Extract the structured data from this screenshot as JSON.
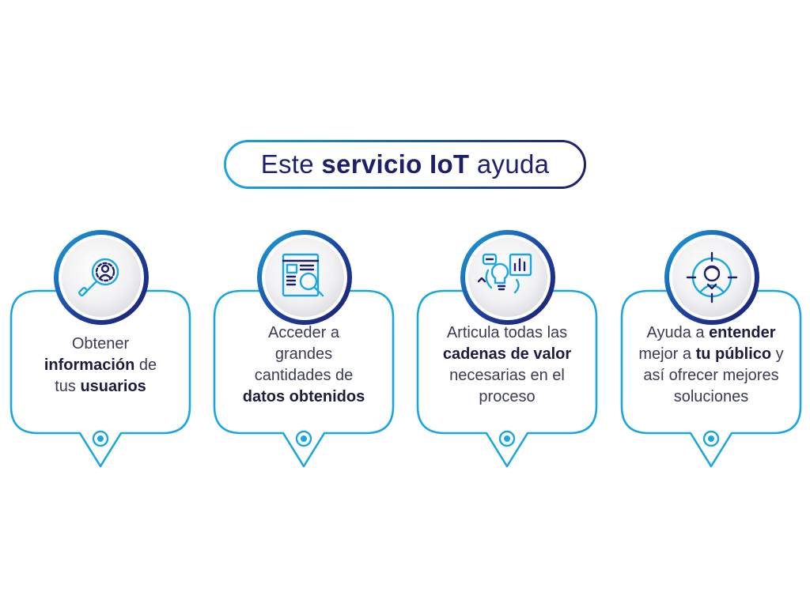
{
  "title": {
    "part1": "Este ",
    "bold": "servicio IoT",
    "part2": " ayuda"
  },
  "colors": {
    "navy": "#1d1f6b",
    "cyan": "#1aa7e0",
    "text": "#3a3b55"
  },
  "cards": [
    {
      "icon": "user-search-icon",
      "lines": [
        [
          {
            "t": "Obtener",
            "b": false
          }
        ],
        [
          {
            "t": "información",
            "b": true
          },
          {
            "t": " de",
            "b": false
          }
        ],
        [
          {
            "t": "tus ",
            "b": false
          },
          {
            "t": "usuarios",
            "b": true
          }
        ]
      ]
    },
    {
      "icon": "data-search-icon",
      "lines": [
        [
          {
            "t": "Acceder a",
            "b": false
          }
        ],
        [
          {
            "t": "grandes",
            "b": false
          }
        ],
        [
          {
            "t": "cantidades de",
            "b": false
          }
        ],
        [
          {
            "t": "datos obtenidos",
            "b": true
          }
        ]
      ]
    },
    {
      "icon": "value-chain-idea-icon",
      "lines": [
        [
          {
            "t": "Articula todas las",
            "b": false
          }
        ],
        [
          {
            "t": "cadenas de valor",
            "b": true
          }
        ],
        [
          {
            "t": "necesarias en el",
            "b": false
          }
        ],
        [
          {
            "t": "proceso",
            "b": false
          }
        ]
      ]
    },
    {
      "icon": "target-audience-icon",
      "lines": [
        [
          {
            "t": "Ayuda a ",
            "b": false
          },
          {
            "t": "entender",
            "b": true
          }
        ],
        [
          {
            "t": "mejor a ",
            "b": false
          },
          {
            "t": "tu público",
            "b": true
          },
          {
            "t": " y",
            "b": false
          }
        ],
        [
          {
            "t": "así ofrecer mejores",
            "b": false
          }
        ],
        [
          {
            "t": "soluciones",
            "b": false
          }
        ]
      ]
    }
  ]
}
